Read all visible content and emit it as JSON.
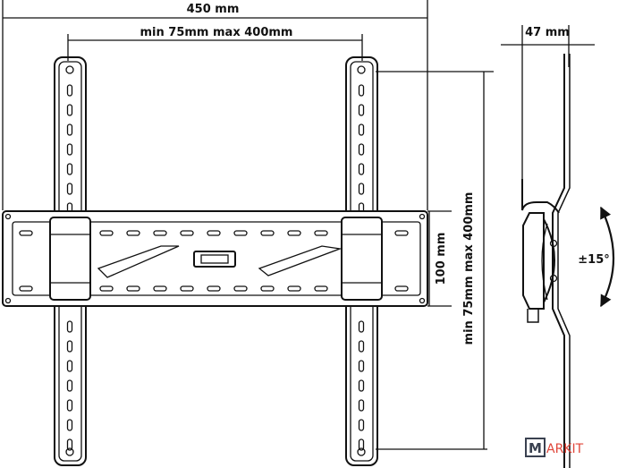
{
  "dimensions": {
    "overall_width": "450 mm",
    "horizontal_vesa": "min 75mm max 400mm",
    "plate_height": "100 mm",
    "vertical_vesa": "min 75mm max 400mm",
    "depth": "47 mm",
    "tilt": "±15°"
  },
  "logo": {
    "letter": "M",
    "rest": "ARKIT"
  },
  "colors": {
    "line": "#111111",
    "logo_box": "#3a4150",
    "logo_text": "#e0463a"
  }
}
